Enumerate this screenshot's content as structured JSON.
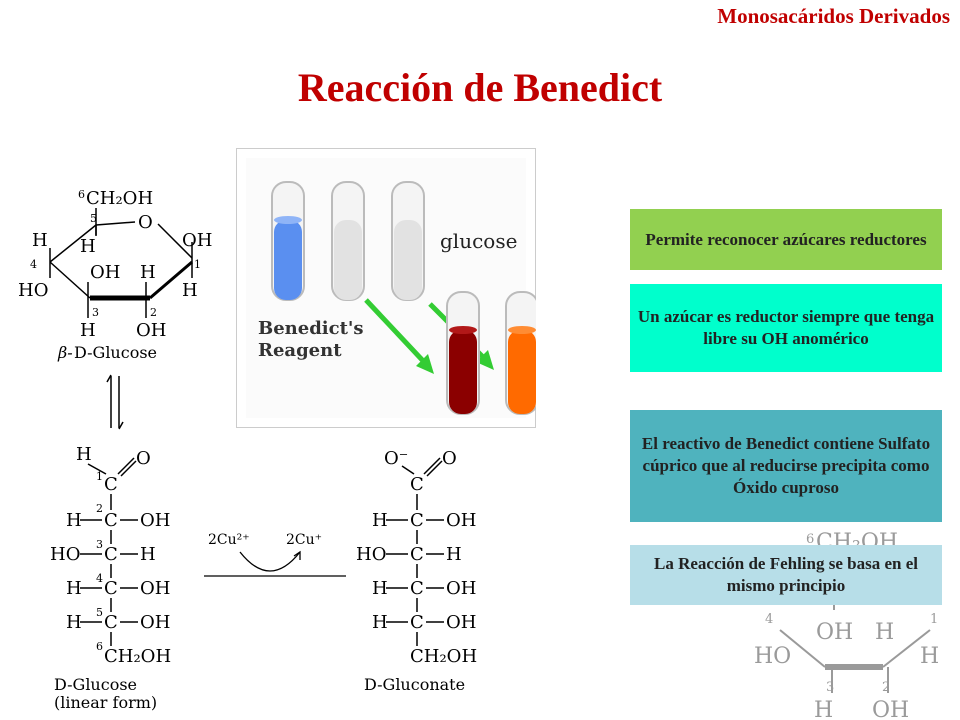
{
  "header": {
    "subtitle": "Monosacáridos Derivados",
    "title": "Reacción de Benedict"
  },
  "glucose_ring": {
    "top_group": "CH₂OH",
    "top_index": "6",
    "c5_index": "5",
    "ring_oxygen": "O",
    "c5_h": "H",
    "c4_index": "4",
    "c4_h": "H",
    "c4_oh": "HO",
    "c3_oh": "OH",
    "c3_index": "3",
    "c3_h": "H",
    "c2_h": "H",
    "c2_index": "2",
    "c2_oh": "OH",
    "c1_oh": "OH",
    "c1_index": "1",
    "c1_h": "H",
    "name_prefix": "β-",
    "name": "D-Glucose"
  },
  "photo": {
    "label_glucose": "glucose",
    "label_reagent_line1": "Benedict's",
    "label_reagent_line2": "Reagent",
    "colors": {
      "reagent_blue": "#5a8ff0",
      "brick_red": "#8b0000",
      "orange": "#ff6a00",
      "arrow_green": "#33cc33"
    }
  },
  "linear_glucose": {
    "top_h": "H",
    "top_o": "O",
    "rows": [
      {
        "index": "1",
        "left": "",
        "center": "C",
        "right": ""
      },
      {
        "index": "2",
        "left": "H",
        "center": "C",
        "right": "OH"
      },
      {
        "index": "3",
        "left": "HO",
        "center": "C",
        "right": "H"
      },
      {
        "index": "4",
        "left": "H",
        "center": "C",
        "right": "OH"
      },
      {
        "index": "5",
        "left": "H",
        "center": "C",
        "right": "OH"
      }
    ],
    "bottom_index": "6",
    "bottom_group": "CH₂OH",
    "name_line1": "D-Glucose",
    "name_line2": "(linear form)"
  },
  "reaction": {
    "reactant": "2Cu²⁺",
    "product": "2Cu⁺"
  },
  "gluconate": {
    "top_left": "O⁻",
    "top_right": "O",
    "rows": [
      {
        "left": "",
        "center": "C",
        "right": ""
      },
      {
        "left": "H",
        "center": "C",
        "right": "OH"
      },
      {
        "left": "HO",
        "center": "C",
        "right": "H"
      },
      {
        "left": "H",
        "center": "C",
        "right": "OH"
      },
      {
        "left": "H",
        "center": "C",
        "right": "OH"
      }
    ],
    "bottom_group": "CH₂OH",
    "name": "D-Gluconate"
  },
  "faded_ring": {
    "top_group": "CH₂OH",
    "top_index": "6",
    "c4_index": "4",
    "c4_oh": "HO",
    "c3_oh": "OH",
    "c3_index": "3",
    "c3_h": "H",
    "c2_h": "H",
    "c2_index": "2",
    "c2_oh": "OH",
    "c1_index": "1",
    "c1_h": "H"
  },
  "boxes": [
    {
      "text": "Permite reconocer azúcares reductores"
    },
    {
      "text": "Un azúcar es reductor siempre que tenga libre su OH anomérico"
    },
    {
      "text": "El reactivo de Benedict contiene Sulfato cúprico que al reducirse precipita como Óxido cuproso"
    },
    {
      "text": "La Reacción de Fehling se basa en el mismo principio"
    }
  ]
}
